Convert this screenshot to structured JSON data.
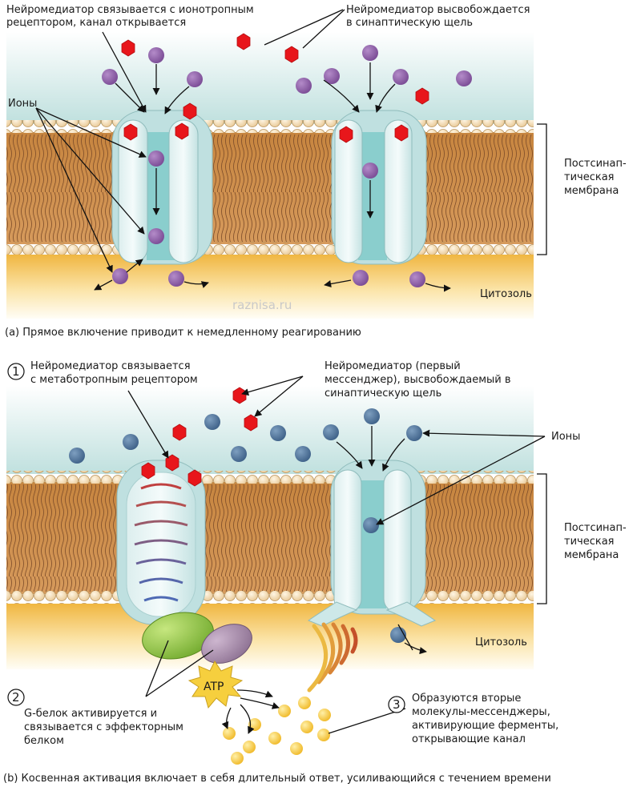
{
  "panel_a": {
    "label_ionotropic": [
      "Нейромедиатор связывается с ионотропным",
      "рецептором, канал открывается"
    ],
    "label_released": [
      "Нейромедиатор высвобождается",
      "в синаптическую щель"
    ],
    "label_ions": "Ионы",
    "label_membrane": [
      "Постсинап-",
      "тическая",
      "мембрана"
    ],
    "label_cytosol": "Цитозоль",
    "caption": "(a) Прямое включение приводит к немедленному реагированию"
  },
  "panel_b": {
    "step1_number": "1",
    "step1_label": [
      "Нейромедиатор связывается",
      "с метаботропным рецептором"
    ],
    "label_first_messenger": [
      "Нейромедиатор (первый",
      "мессенджер), высвобождаемый в",
      "синаптическую щель"
    ],
    "label_ions": "Ионы",
    "label_membrane": [
      "Постсинап-",
      "тическая",
      "мембрана"
    ],
    "label_cytosol": "Цитозоль",
    "atp_label": "ATP",
    "step2_number": "2",
    "step2_label": [
      "G-белок активируется и",
      "связывается с эффекторным",
      "белком"
    ],
    "step3_number": "3",
    "step3_label": [
      "Образуются вторые",
      "молекулы-мессенджеры,",
      "активирующие ферменты,",
      "открывающие канал"
    ],
    "caption": "(b) Косвенная активация включает в себя длительный ответ, усиливающийся с течением времени"
  },
  "watermark": "raznisa.ru",
  "colors": {
    "neurotransmitter": "#e8161b",
    "ion_purple": "#8a5aa3",
    "ion_blue": "#4a6f96",
    "second_messenger": "#f2c43a",
    "channel": "#cde8e8",
    "g_protein": "#8cc63f",
    "effector": "#a48aa8"
  }
}
